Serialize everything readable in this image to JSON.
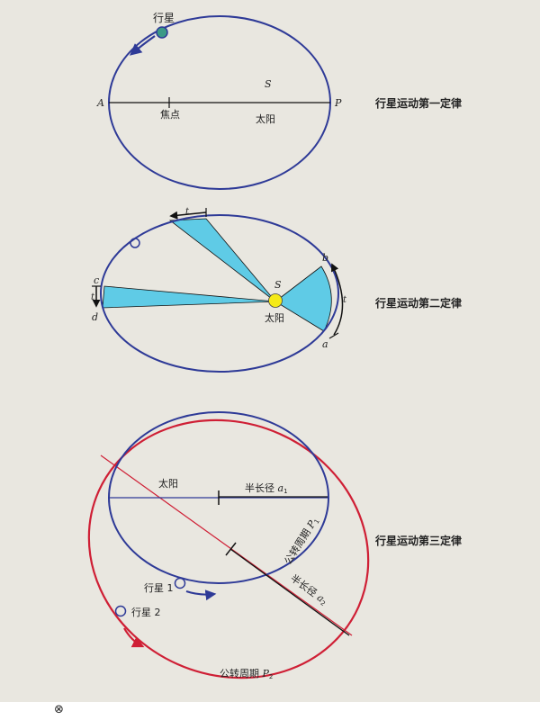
{
  "colors": {
    "orbit_blue": "#2e3a97",
    "orbit_red": "#cf1f35",
    "sector_fill": "#5fcbe6",
    "sun_fill": "#f5ea17",
    "planet_fill": "#3c9a86",
    "background": "#e9e7e0"
  },
  "law1": {
    "title": "行星运动第一定律",
    "planet_label": "行星",
    "label_A": "A",
    "label_P": "P",
    "label_S": "S",
    "focus_label": "焦点",
    "sun_label": "太阳"
  },
  "law2": {
    "title": "行星运动第二定律",
    "label_S": "S",
    "sun_label": "太阳",
    "label_a": "a",
    "label_b": "b",
    "label_c": "c",
    "label_d": "d",
    "time_top": "t",
    "time_left": "t",
    "time_right": "t"
  },
  "law3": {
    "title": "行星运动第三定律",
    "sun_label": "太阳",
    "semi_major_1_text": "半长径 ",
    "semi_major_1_var": "a",
    "semi_major_1_sub": "1",
    "period_1_text": "公转周期 ",
    "period_1_var": "P",
    "period_1_sub": "1",
    "semi_major_2_text": "半长径 ",
    "semi_major_2_var": "a",
    "semi_major_2_sub": "2",
    "period_2_text": "公转周期 ",
    "period_2_var": "P",
    "period_2_sub": "2",
    "planet1_label": "行星 1",
    "planet2_label": "行星 2"
  },
  "footer": {
    "mark": "⊗"
  }
}
